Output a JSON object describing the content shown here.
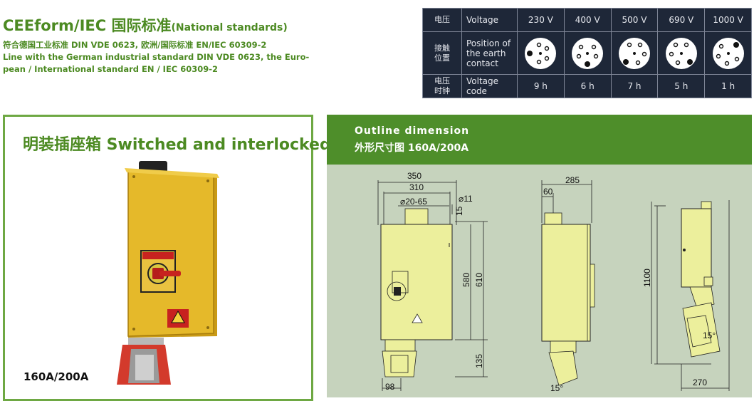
{
  "header": {
    "title_main": "CEEform/IEC 国际标准",
    "title_sub": "(National standards)",
    "lines": [
      "符合德国工业标准 DIN VDE  0623, 欧洲/国际标准 EN/IEC 60309-2",
      "Line with the German industrial standard DIN VDE 0623, the Euro-",
      "pean / International standard EN / IEC 60309-2"
    ]
  },
  "voltage_table": {
    "row1": {
      "cn": "电压",
      "en": "Voltage",
      "values": [
        "230 V",
        "400 V",
        "500 V",
        "690 V",
        "1000 V"
      ]
    },
    "row2": {
      "cn": "接触位置",
      "en": "Position of the earth contact"
    },
    "row3": {
      "cn": "电压时钟",
      "en": "Voltage code",
      "values": [
        "9 h",
        "6 h",
        "7 h",
        "5 h",
        "1 h"
      ]
    },
    "colors": {
      "background": "#1e2738",
      "border": "#7e8596"
    }
  },
  "left_panel": {
    "title": "明装插座箱 Switched and interlocked",
    "caption": "160A/200A",
    "colors": {
      "border": "#6ea843",
      "title": "#4c8a22",
      "box": "#e5b92a"
    }
  },
  "right_panel": {
    "heading_en": "Outline dimension",
    "heading_cn": "外形尺寸图  160A/200A",
    "colors": {
      "header": "#4e8e2a",
      "body": "#c6d3bd"
    },
    "dimensions": {
      "front_width_outer": "350",
      "front_width_inner": "310",
      "hole_dia": "⌀11",
      "gland": "⌀20-65",
      "top_offset": "15",
      "height_inner": "580",
      "height_outer": "610",
      "bottom": "135",
      "socket_width": "98",
      "side_depth": "285",
      "side_offset": "60",
      "side_angle": "15°",
      "total_height": "1100",
      "wall_angle": "15°",
      "wall_depth": "270"
    }
  }
}
